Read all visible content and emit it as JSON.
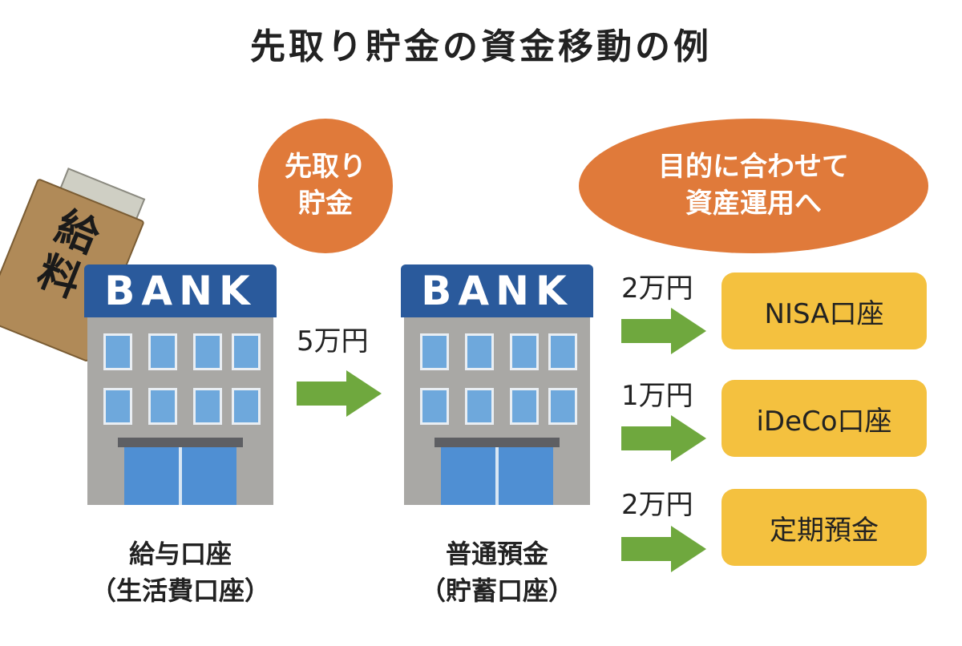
{
  "title": "先取り貯金の資金移動の例",
  "bubbles": {
    "left": [
      "先取り",
      "貯金"
    ],
    "right": [
      "目的に合わせて",
      "資産運用へ"
    ]
  },
  "envelope_text": [
    "給",
    "料"
  ],
  "banks": {
    "sign": "BANK",
    "left_label": [
      "給与口座",
      "（生活費口座）"
    ],
    "middle_label": [
      "普通預金",
      "（貯蓄口座）"
    ]
  },
  "transfer": {
    "amount": "5万円"
  },
  "destinations": [
    {
      "amount": "2万円",
      "name": "NISA口座"
    },
    {
      "amount": "1万円",
      "name": "iDeCo口座"
    },
    {
      "amount": "2万円",
      "name": "定期預金"
    }
  ],
  "colors": {
    "bubble": "#e07a3a",
    "destination": "#f4c13f",
    "arrow": "#6fa83e",
    "bank_sign": "#2a5a9c"
  }
}
